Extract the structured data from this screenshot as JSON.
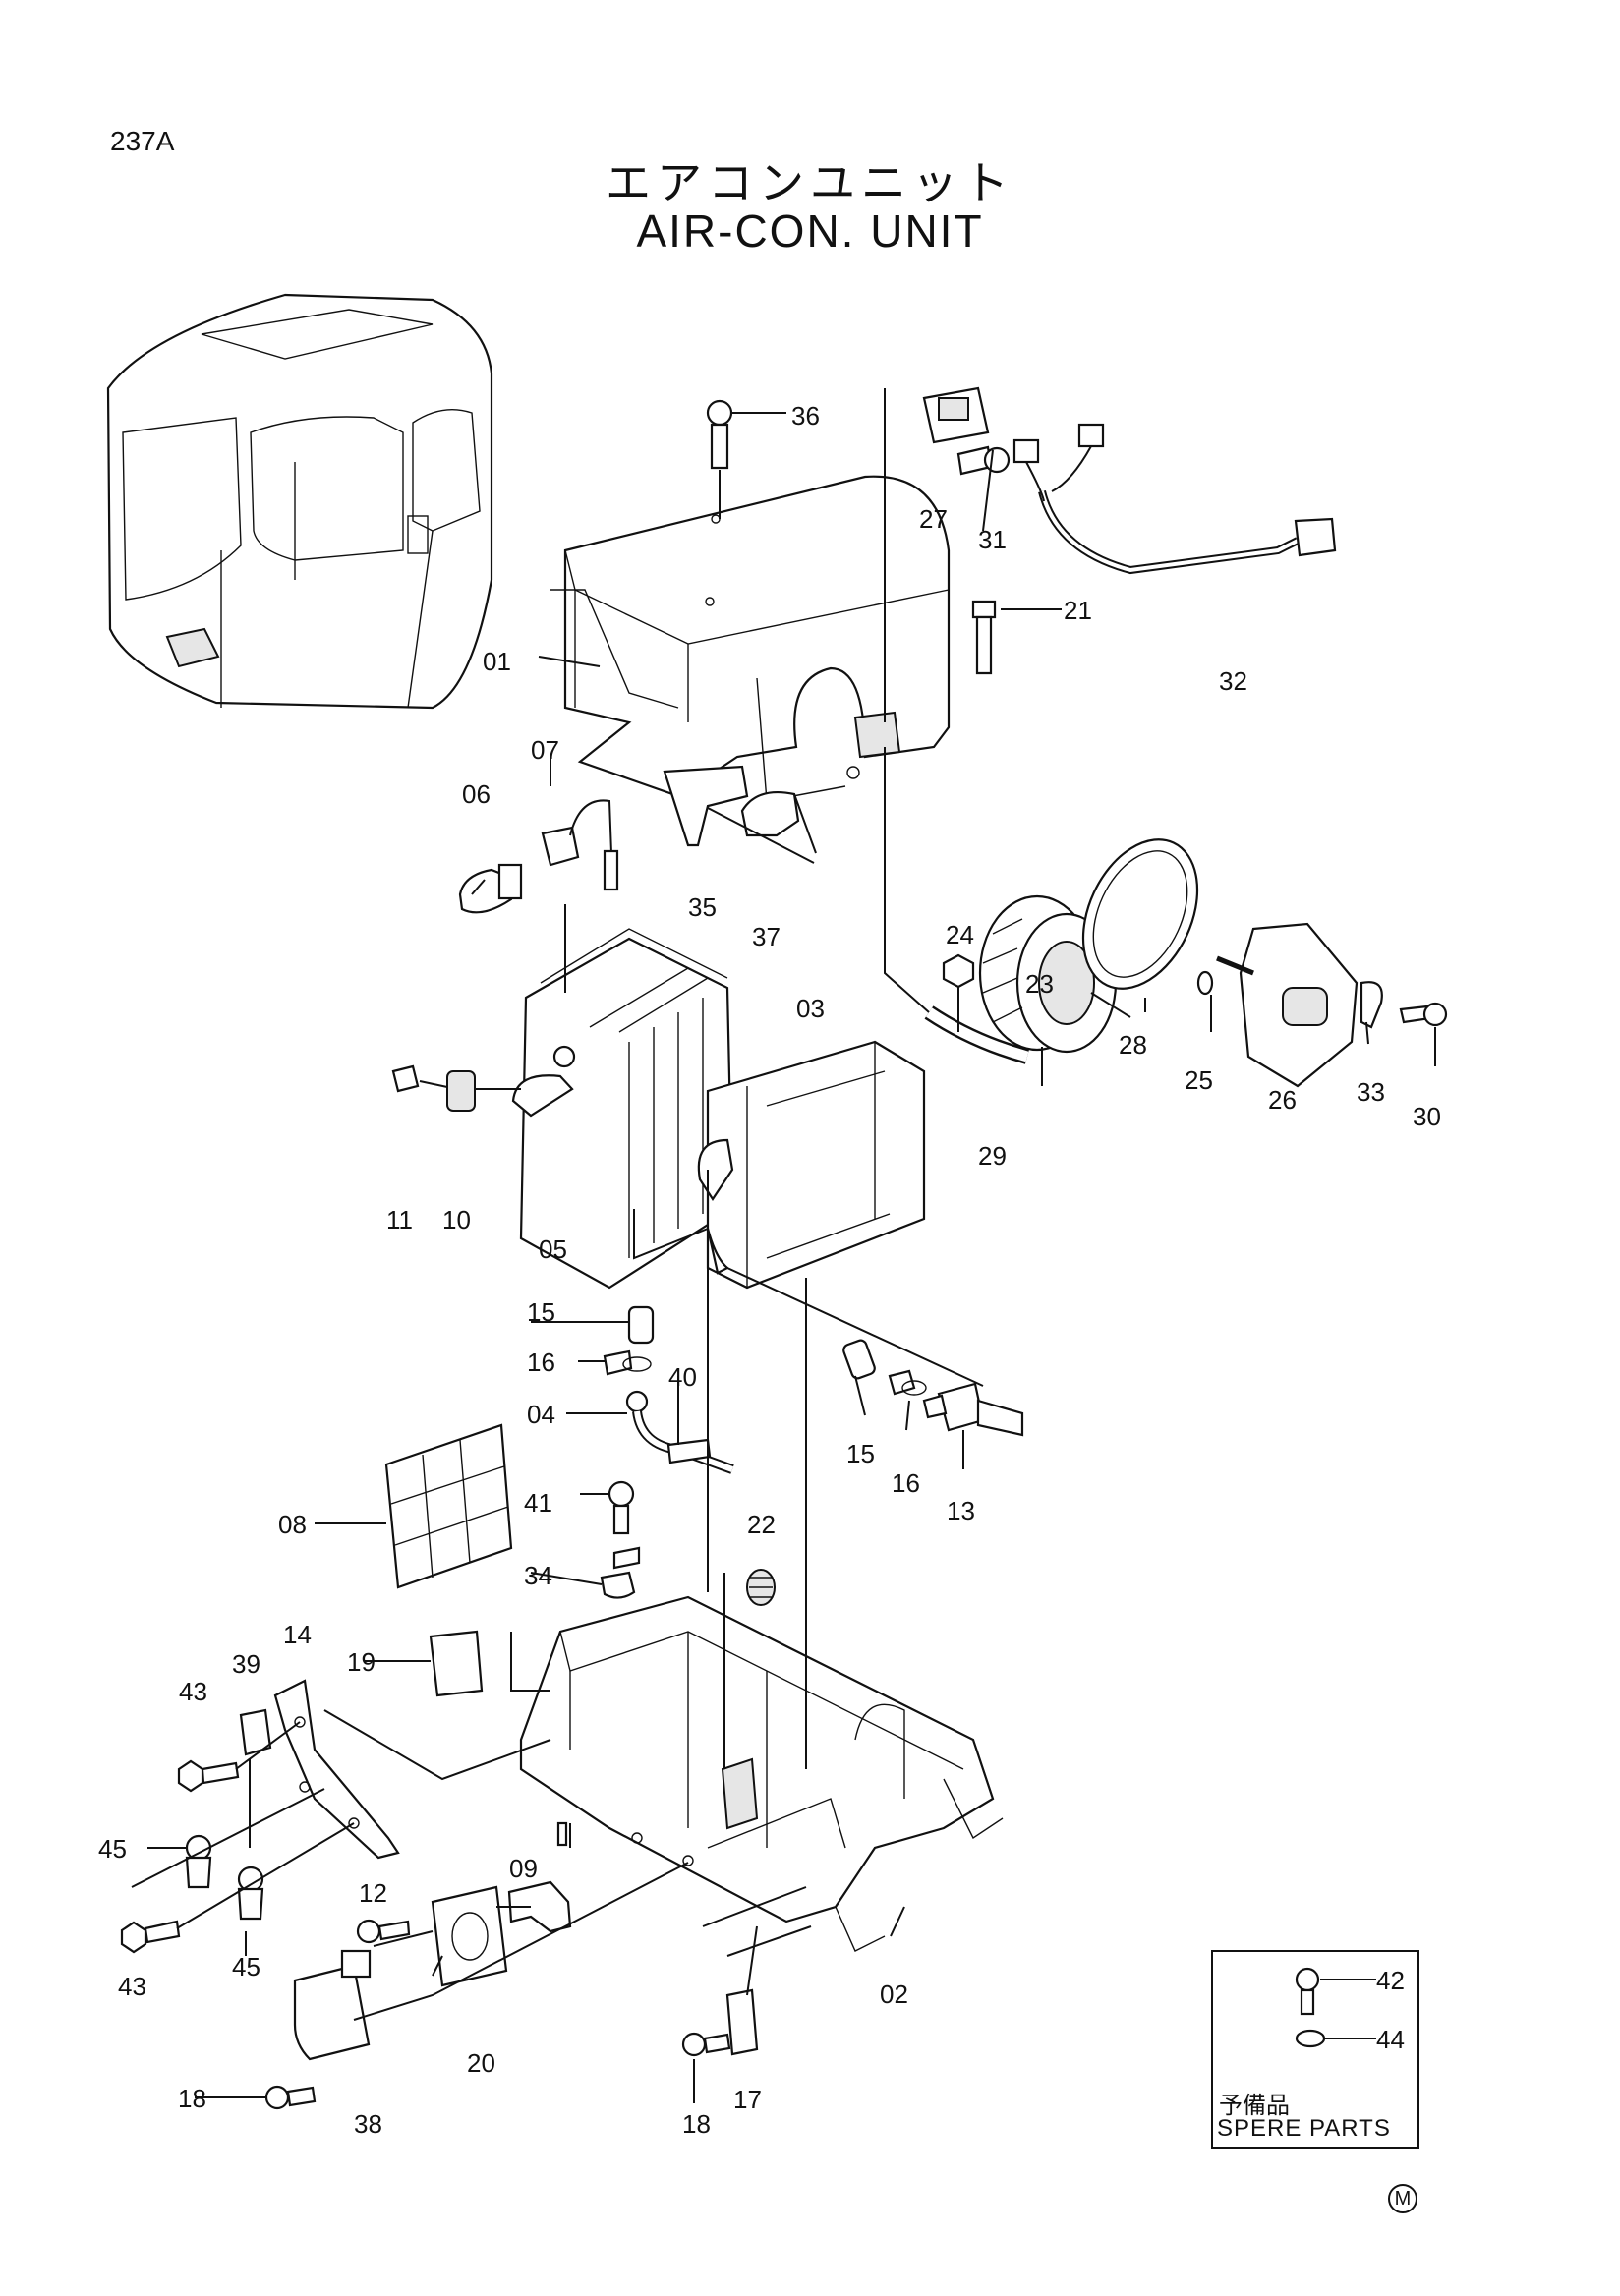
{
  "page_code": "237A",
  "title_jp": "エアコンユニット",
  "title_en": "AIR-CON. UNIT",
  "spare_parts": {
    "label_jp": "予備品",
    "label_en": "SPERE PARTS"
  },
  "mark": "M",
  "labels": {
    "p01": "01",
    "p02": "02",
    "p03": "03",
    "p04": "04",
    "p05": "05",
    "p06": "06",
    "p07": "07",
    "p08": "08",
    "p09": "09",
    "p10": "10",
    "p11": "11",
    "p12": "12",
    "p13": "13",
    "p14": "14",
    "p15": "15",
    "p16": "16",
    "p17": "17",
    "p18": "18",
    "p19": "19",
    "p20": "20",
    "p21": "21",
    "p22": "22",
    "p23": "23",
    "p24": "24",
    "p25": "25",
    "p26": "26",
    "p27": "27",
    "p28": "28",
    "p29": "29",
    "p30": "30",
    "p31": "31",
    "p32": "32",
    "p33": "33",
    "p34": "34",
    "p35": "35",
    "p36": "36",
    "p37": "37",
    "p38": "38",
    "p39": "39",
    "p40": "40",
    "p41": "41",
    "p42": "42",
    "p43": "43",
    "p44": "44",
    "p45": "45"
  }
}
